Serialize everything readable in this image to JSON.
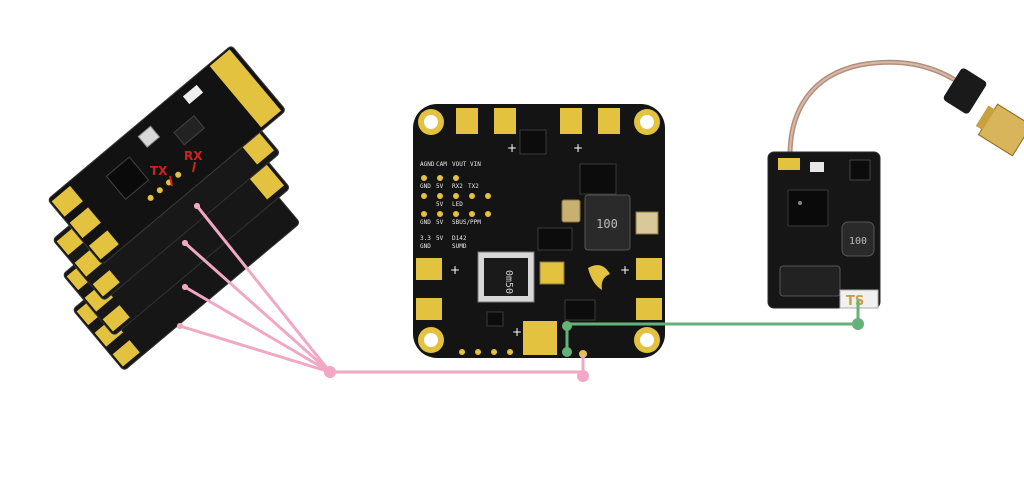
{
  "esc_labels": {
    "tx": "TX",
    "rx": "RX"
  },
  "vtx_labels": {
    "ts": "TS"
  },
  "pdb": {
    "inductor_marking": "100",
    "resistor_marking": "0m50",
    "silk_left": [
      "AGND",
      "CAM",
      "VOUT",
      "VIN",
      "GND",
      "5V",
      "RX2",
      "TX2",
      "5V",
      "LED",
      "GND",
      "5V",
      "SBUS/PPM",
      "3.3",
      "5V",
      "D142",
      "SUMD",
      "GND"
    ]
  },
  "vtx": {
    "inductor_marking": "100"
  },
  "colors": {
    "board": "#141414",
    "gold": "#e3c240",
    "telemetry_wire": "#f0a8c4",
    "smartaudio_wire": "#63b277",
    "esc_rx_label": "#d42020"
  },
  "wires": {
    "telemetry": {
      "color_name": "pink"
    },
    "smartaudio": {
      "color_name": "green"
    }
  }
}
